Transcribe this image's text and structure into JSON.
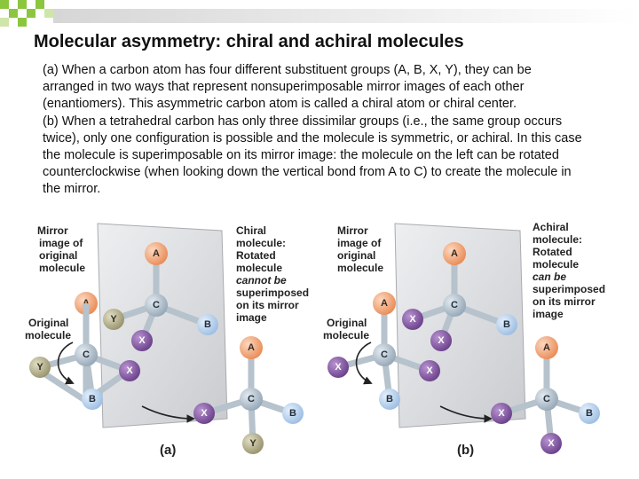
{
  "title": "Molecular asymmetry: chiral and achiral molecules",
  "paragraph_a": "(a) When a carbon atom has four different substituent groups (A, B, X, Y), they can be arranged in two ways that represent nonsuperimposable mirror images of each other (enantiomers). This asymmetric carbon atom is called a chiral atom or chiral center.",
  "paragraph_b": "(b) When a tetrahedral carbon has only three dissimilar groups (i.e., the same group occurs twice), only one configuration is possible and the molecule is symmetric, or achiral. In this case the molecule is superimposable on its mirror image: the molecule on the left can be rotated counterclockwise (when looking down the vertical bond from A to C) to create the molecule in the mirror.",
  "colors": {
    "atom_A": "#f2a074",
    "atom_B": "#b9d3f0",
    "atom_C": "#b8c6d2",
    "atom_X": "#8a5aa8",
    "atom_Y": "#b9b491",
    "mirror": "#dcdde0",
    "accent_green": "#8cc63f"
  },
  "panel_a": {
    "mirror_label": [
      "Mirror",
      "image of",
      "original",
      "molecule"
    ],
    "original_label": [
      "Original",
      "molecule"
    ],
    "description": [
      "Chiral",
      "molecule:",
      "Rotated",
      "molecule",
      "cannot be",
      "superimposed",
      "on its mirror",
      "image"
    ],
    "panel_letter": "(a)",
    "mirror_atoms": {
      "top": "A",
      "center": "C",
      "left": "Y",
      "right": "B",
      "front": "X"
    },
    "original_atoms": {
      "top": "A",
      "center": "C",
      "left": "Y",
      "front": "X",
      "bottom": "B"
    },
    "rotated_atoms": {
      "top": "A",
      "center": "C",
      "left": "X",
      "right": "B",
      "bottom": "Y"
    }
  },
  "panel_b": {
    "mirror_label": [
      "Mirror",
      "image of",
      "original",
      "molecule"
    ],
    "original_label": [
      "Original",
      "molecule"
    ],
    "description": [
      "Achiral",
      "molecule:",
      "Rotated",
      "molecule",
      "can be",
      "superimposed",
      "on its mirror",
      "image"
    ],
    "panel_letter": "(b)",
    "mirror_atoms": {
      "top": "A",
      "center": "C",
      "left": "X",
      "right": "B",
      "front": "X"
    },
    "original_atoms": {
      "top": "A",
      "center": "C",
      "left": "X",
      "front": "X",
      "bottom": "B"
    },
    "rotated_atoms": {
      "top": "A",
      "center": "C",
      "left": "X",
      "right": "B",
      "bottom": "X"
    }
  }
}
